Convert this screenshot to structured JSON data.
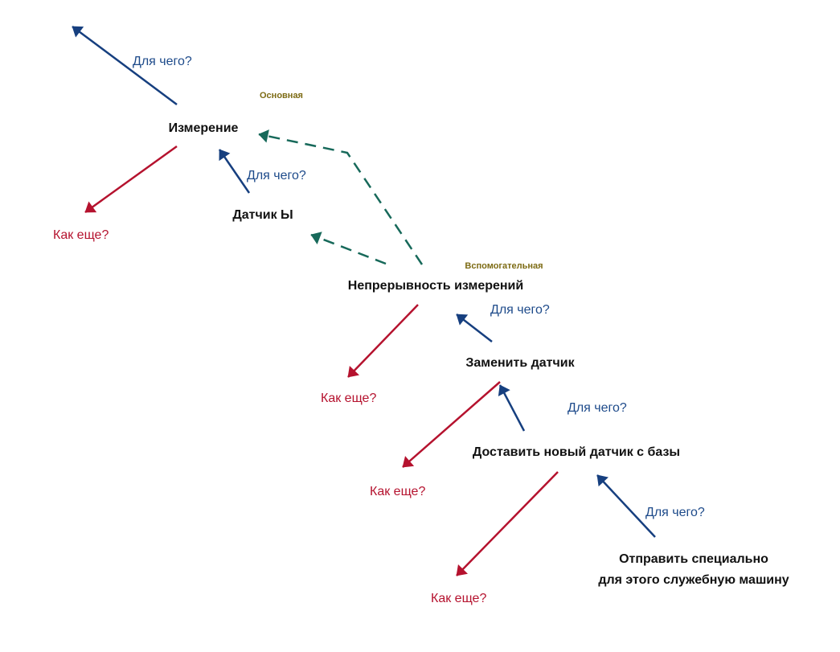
{
  "colors": {
    "why": "#163f7f",
    "how": "#b5122e",
    "link": "#17695a",
    "tag": "#7d6b14"
  },
  "tags": {
    "main": "Основная",
    "auxiliary": "Вспомогательная"
  },
  "nodes": {
    "measurement": "Измерение",
    "sensor": "Датчик Ы",
    "continuity": "Непрерывность измерений",
    "replace": "Заменить датчик",
    "deliver": "Доставить новый датчик с базы",
    "send_line1": "Отправить специально",
    "send_line2": "для этого служебную машину"
  },
  "why_label": "Для чего?",
  "how_label": "Как еще?",
  "why_labels": [
    "Для чего?",
    "Для чего?",
    "Для чего?",
    "Для чего?",
    "Для чего?"
  ],
  "how_labels": [
    "Как еще?",
    "Как еще?",
    "Как еще?",
    "Как еще?"
  ]
}
